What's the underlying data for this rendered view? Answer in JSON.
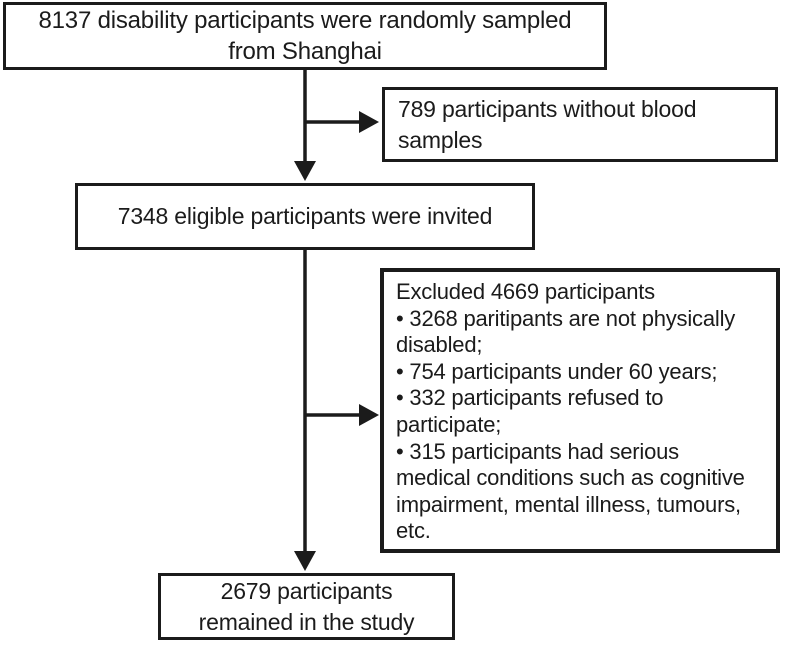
{
  "figure": {
    "colors": {
      "background": "#ffffff",
      "line": "#1b1b1b",
      "text": "#1b1b1b"
    }
  },
  "flowchart": {
    "sampled": {
      "lines": [
        "8137 disability participants were randomly sampled",
        "from Shanghai"
      ]
    },
    "no_blood": {
      "lines": [
        "789 participants without blood",
        "samples"
      ]
    },
    "invited": {
      "text": "7348 eligible participants were invited"
    },
    "excluded": {
      "lines": [
        "Excluded 4669 participants",
        "• 3268 paritipants are not physically",
        "disabled;",
        "• 754 participants under 60 years;",
        "• 332 participants refused to",
        "participate;",
        "• 315 participants had serious",
        "medical conditions such as cognitive",
        "impairment, mental illness, tumours,",
        "etc."
      ]
    },
    "final": {
      "lines": [
        "2679 participants",
        "remained in the study"
      ]
    }
  }
}
